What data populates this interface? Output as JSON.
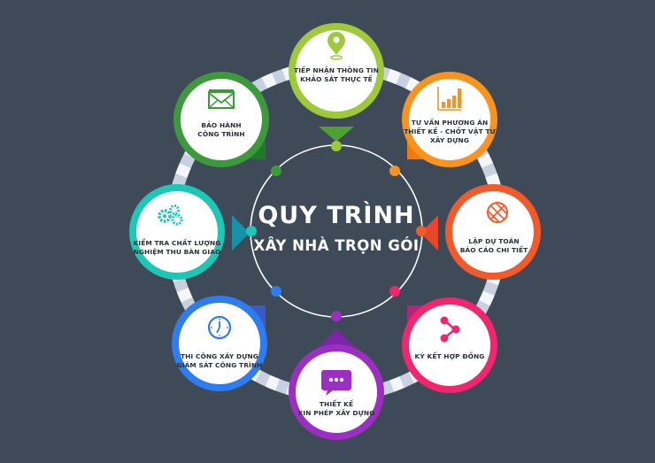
{
  "background_color": "#3f4a58",
  "center": {
    "title": "QUY TRÌNH",
    "subtitle": "XÂY NHÀ TRỌN GÓI"
  },
  "steps": [
    {
      "label_line1": "TIẾP NHẬN THÔNG TIN",
      "label_line2": "KHẢO SÁT THỰC TẾ",
      "label_line3": "",
      "icon": "map-pin-icon",
      "color": "#9dc93a",
      "tail_color": "#4ea12e"
    },
    {
      "label_line1": "TƯ VẤN PHƯƠNG ÁN",
      "label_line2": "THIẾT KẾ - CHỐT VẬT TƯ",
      "label_line3": "XÂY DỰNG",
      "icon": "bar-chart-icon",
      "color": "#f7931e",
      "tail_color": "#f07a0c"
    },
    {
      "label_line1": "LẬP DỰ TOÁN",
      "label_line2": "BÁO CÁO CHI TIẾT",
      "label_line3": "",
      "icon": "globe-icon",
      "color": "#f15a2b",
      "tail_color": "#e8452a"
    },
    {
      "label_line1": "KÝ KẾT HỢP ĐỒNG",
      "label_line2": "",
      "label_line3": "",
      "icon": "share-icon",
      "color": "#f0266f",
      "tail_color": "#b4247a"
    },
    {
      "label_line1": "THIẾT KẾ",
      "label_line2": "XIN PHÉP XÂY DỰNG",
      "label_line3": "",
      "icon": "chat-bubble-icon",
      "color": "#9b2fc2",
      "tail_color": "#7e24a8"
    },
    {
      "label_line1": "THI CÔNG XÂY DỰNG",
      "label_line2": "GIÁM SÁT CÔNG TRÌNH",
      "label_line3": "",
      "icon": "clock-icon",
      "color": "#2f7bf0",
      "tail_color": "#3b5bc4"
    },
    {
      "label_line1": "KIỂM TRA CHẤT LƯỢNG",
      "label_line2": "NGHIỆM THU BÀN GIAO",
      "label_line3": "",
      "icon": "gears-icon",
      "color": "#1cc7b6",
      "tail_color": "#1592a8"
    },
    {
      "label_line1": "BẢO HÀNH",
      "label_line2": "CÔNG TRÌNH",
      "label_line3": "",
      "icon": "envelope-icon",
      "color": "#3c9a3a",
      "tail_color": "#217a2c"
    }
  ],
  "ring": {
    "stripe_light": "#c9d1e0",
    "stripe_white": "#f4f6fa"
  }
}
